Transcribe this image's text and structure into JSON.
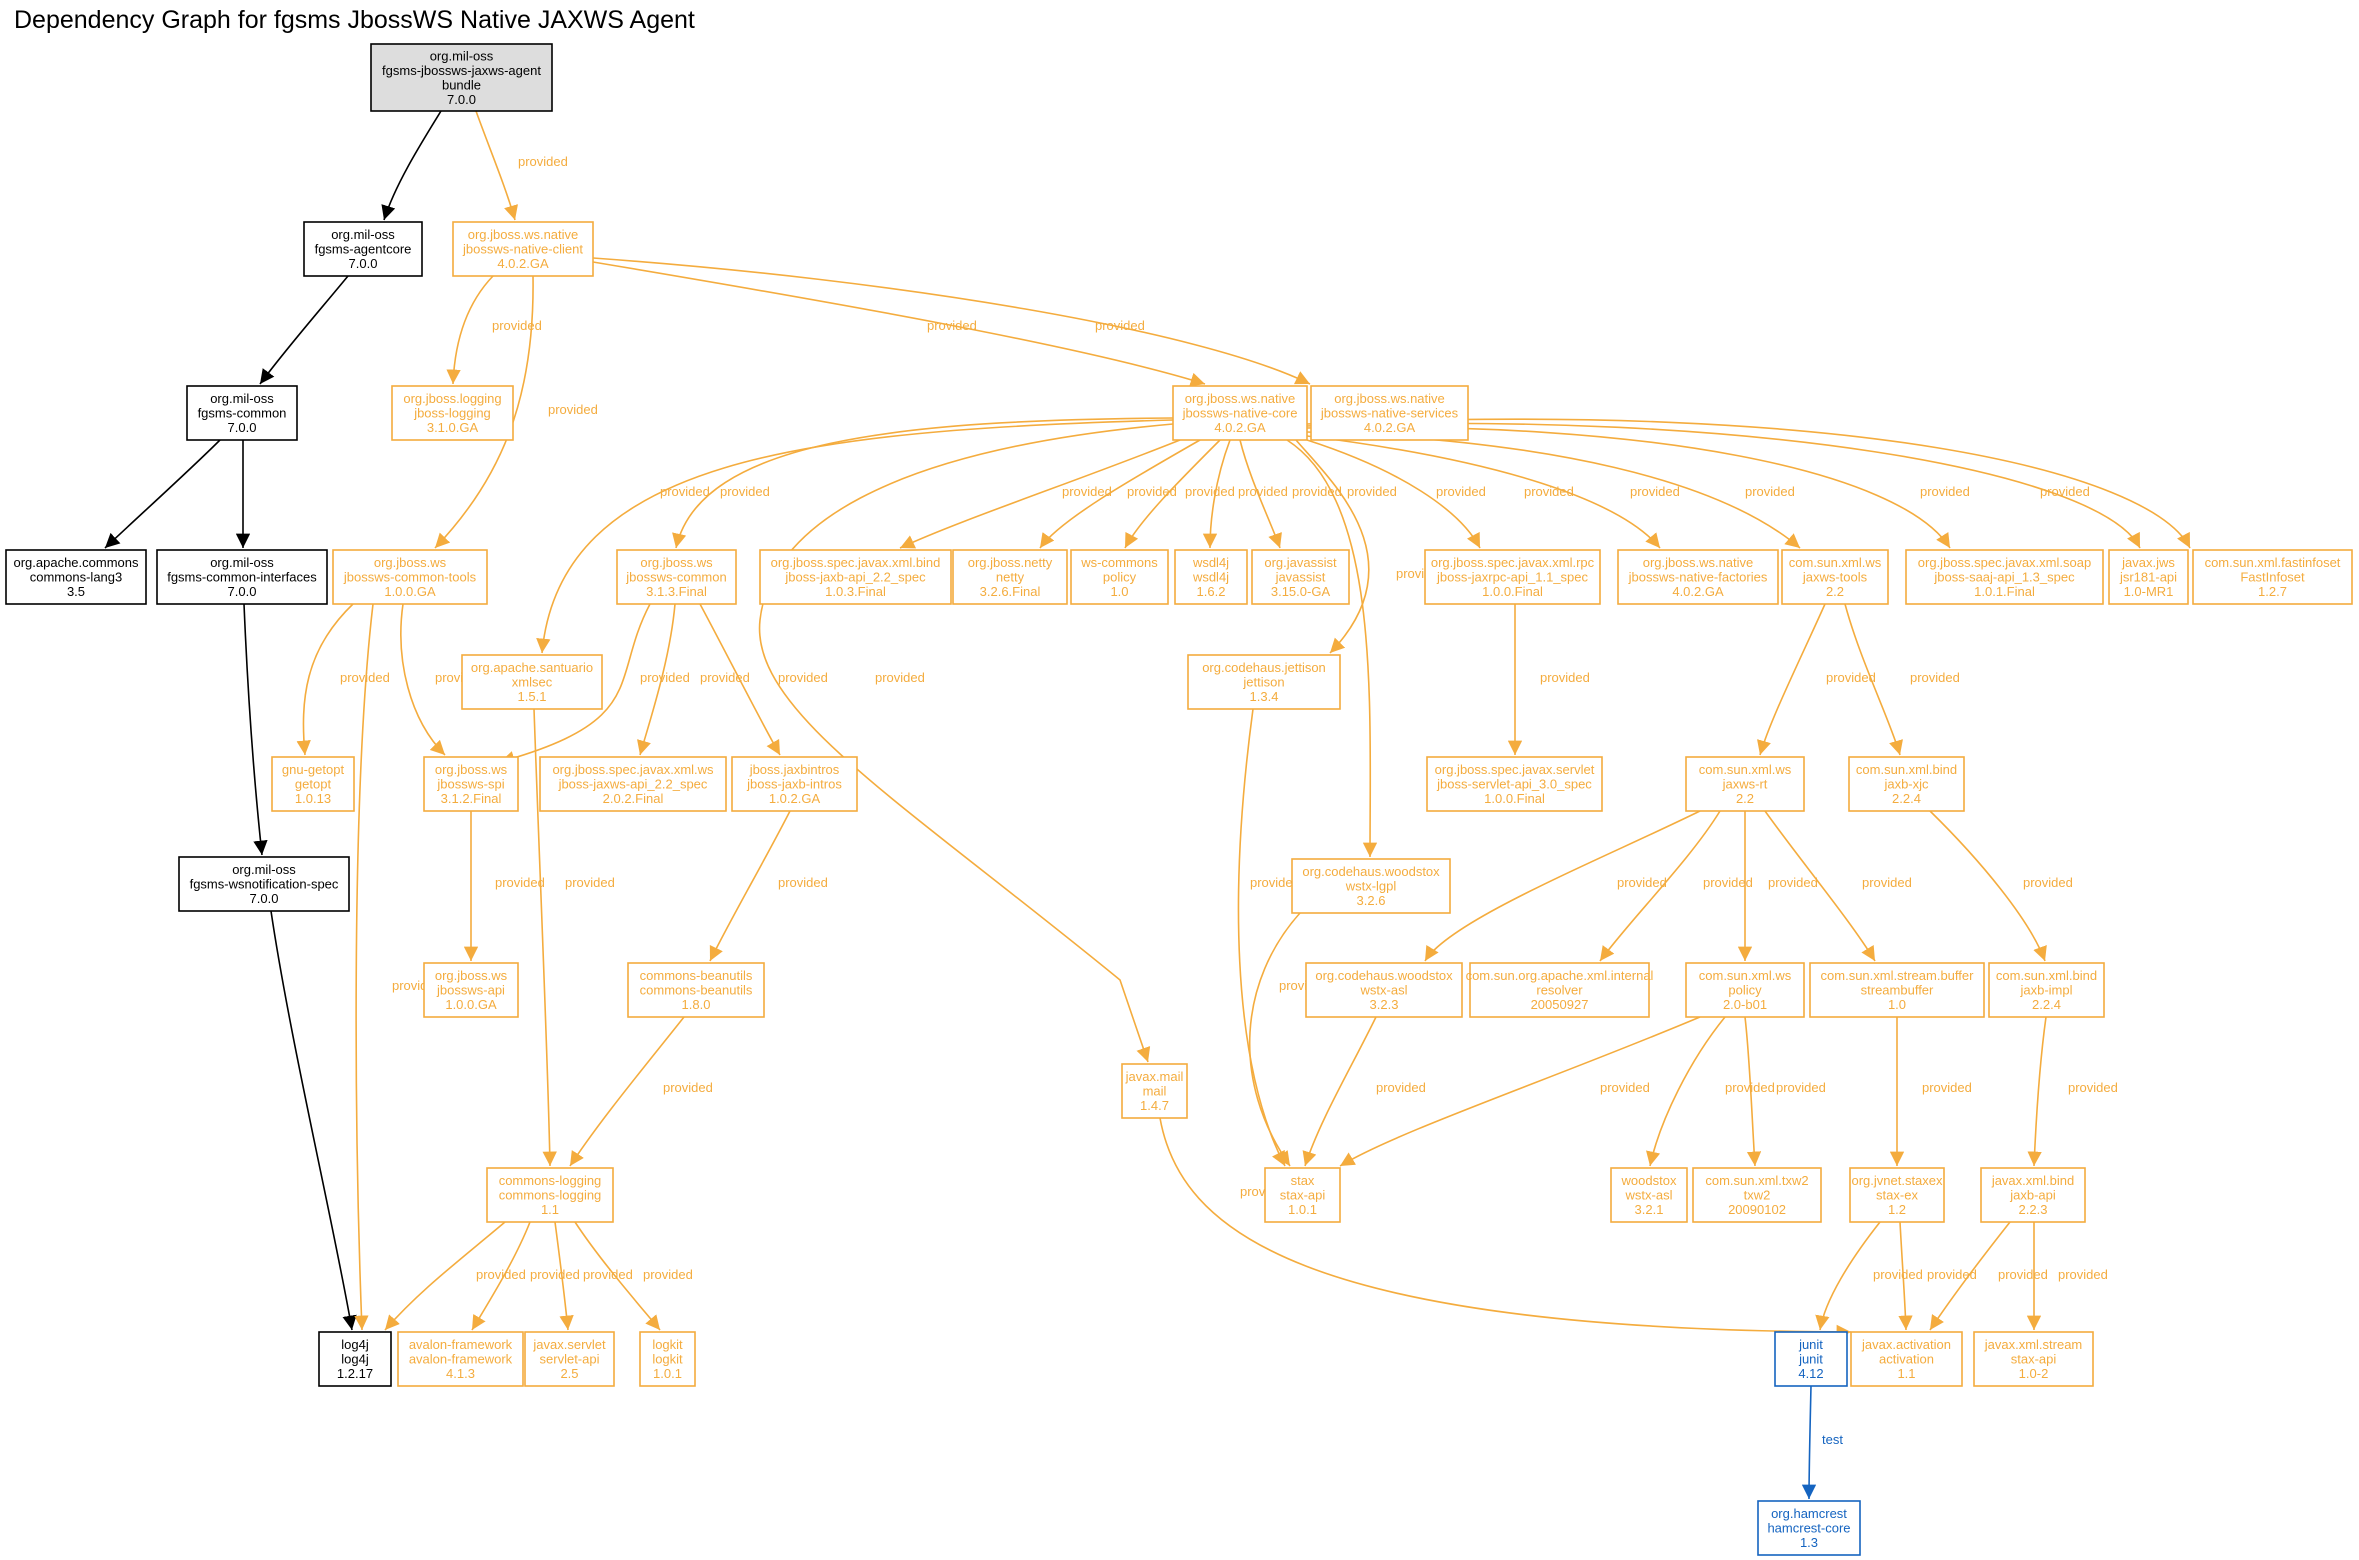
{
  "title": "Dependency Graph for fgsms JbossWS Native JAXWS Agent",
  "colors": {
    "compile": "#000000",
    "provided": "#f4ac3e",
    "test": "#1564c0",
    "root_fill": "#dddddd",
    "background": "#ffffff"
  },
  "nodes": [
    {
      "id": "root",
      "lines": [
        "org.mil-oss",
        "fgsms-jbossws-jaxws-agent",
        "bundle",
        "7.0.0"
      ],
      "scope": "root"
    },
    {
      "id": "agentcore",
      "lines": [
        "org.mil-oss",
        "fgsms-agentcore",
        "7.0.0"
      ],
      "scope": "compile"
    },
    {
      "id": "common",
      "lines": [
        "org.mil-oss",
        "fgsms-common",
        "7.0.0"
      ],
      "scope": "compile"
    },
    {
      "id": "lang3",
      "lines": [
        "org.apache.commons",
        "commons-lang3",
        "3.5"
      ],
      "scope": "compile"
    },
    {
      "id": "cinterfaces",
      "lines": [
        "org.mil-oss",
        "fgsms-common-interfaces",
        "7.0.0"
      ],
      "scope": "compile"
    },
    {
      "id": "wsnspec",
      "lines": [
        "org.mil-oss",
        "fgsms-wsnotification-spec",
        "7.0.0"
      ],
      "scope": "compile"
    },
    {
      "id": "log4j",
      "lines": [
        "log4j",
        "log4j",
        "1.2.17"
      ],
      "scope": "compile"
    },
    {
      "id": "nclient",
      "lines": [
        "org.jboss.ws.native",
        "jbossws-native-client",
        "4.0.2.GA"
      ],
      "scope": "provided"
    },
    {
      "id": "jlogging",
      "lines": [
        "org.jboss.logging",
        "jboss-logging",
        "3.1.0.GA"
      ],
      "scope": "provided"
    },
    {
      "id": "ncore",
      "lines": [
        "org.jboss.ws.native",
        "jbossws-native-core",
        "4.0.2.GA"
      ],
      "scope": "provided"
    },
    {
      "id": "nservices",
      "lines": [
        "org.jboss.ws.native",
        "jbossws-native-services",
        "4.0.2.GA"
      ],
      "scope": "provided"
    },
    {
      "id": "ctools",
      "lines": [
        "org.jboss.ws",
        "jbossws-common-tools",
        "1.0.0.GA"
      ],
      "scope": "provided"
    },
    {
      "id": "jwscommon",
      "lines": [
        "org.jboss.ws",
        "jbossws-common",
        "3.1.3.Final"
      ],
      "scope": "provided"
    },
    {
      "id": "jaxbapi22",
      "lines": [
        "org.jboss.spec.javax.xml.bind",
        "jboss-jaxb-api_2.2_spec",
        "1.0.3.Final"
      ],
      "scope": "provided"
    },
    {
      "id": "netty",
      "lines": [
        "org.jboss.netty",
        "netty",
        "3.2.6.Final"
      ],
      "scope": "provided"
    },
    {
      "id": "wspolicy",
      "lines": [
        "ws-commons",
        "policy",
        "1.0"
      ],
      "scope": "provided"
    },
    {
      "id": "wsdl4j",
      "lines": [
        "wsdl4j",
        "wsdl4j",
        "1.6.2"
      ],
      "scope": "provided"
    },
    {
      "id": "javassist",
      "lines": [
        "org.javassist",
        "javassist",
        "3.15.0-GA"
      ],
      "scope": "provided"
    },
    {
      "id": "jaxrpc",
      "lines": [
        "org.jboss.spec.javax.xml.rpc",
        "jboss-jaxrpc-api_1.1_spec",
        "1.0.0.Final"
      ],
      "scope": "provided"
    },
    {
      "id": "nfactories",
      "lines": [
        "org.jboss.ws.native",
        "jbossws-native-factories",
        "4.0.2.GA"
      ],
      "scope": "provided"
    },
    {
      "id": "jaxwstools",
      "lines": [
        "com.sun.xml.ws",
        "jaxws-tools",
        "2.2"
      ],
      "scope": "provided"
    },
    {
      "id": "saajapi",
      "lines": [
        "org.jboss.spec.javax.xml.soap",
        "jboss-saaj-api_1.3_spec",
        "1.0.1.Final"
      ],
      "scope": "provided"
    },
    {
      "id": "jsr181",
      "lines": [
        "javax.jws",
        "jsr181-api",
        "1.0-MR1"
      ],
      "scope": "provided"
    },
    {
      "id": "fastinfoset",
      "lines": [
        "com.sun.xml.fastinfoset",
        "FastInfoset",
        "1.2.7"
      ],
      "scope": "provided"
    },
    {
      "id": "xmlsec",
      "lines": [
        "org.apache.santuario",
        "xmlsec",
        "1.5.1"
      ],
      "scope": "provided"
    },
    {
      "id": "jettison",
      "lines": [
        "org.codehaus.jettison",
        "jettison",
        "1.3.4"
      ],
      "scope": "provided"
    },
    {
      "id": "getopt",
      "lines": [
        "gnu-getopt",
        "getopt",
        "1.0.13"
      ],
      "scope": "provided"
    },
    {
      "id": "jwsspi",
      "lines": [
        "org.jboss.ws",
        "jbossws-spi",
        "3.1.2.Final"
      ],
      "scope": "provided"
    },
    {
      "id": "jaxwsapi22",
      "lines": [
        "org.jboss.spec.javax.xml.ws",
        "jboss-jaxws-api_2.2_spec",
        "2.0.2.Final"
      ],
      "scope": "provided"
    },
    {
      "id": "jaxbintros",
      "lines": [
        "jboss.jaxbintros",
        "jboss-jaxb-intros",
        "1.0.2.GA"
      ],
      "scope": "provided"
    },
    {
      "id": "servletapi30",
      "lines": [
        "org.jboss.spec.javax.servlet",
        "jboss-servlet-api_3.0_spec",
        "1.0.0.Final"
      ],
      "scope": "provided"
    },
    {
      "id": "jaxwsrt",
      "lines": [
        "com.sun.xml.ws",
        "jaxws-rt",
        "2.2"
      ],
      "scope": "provided"
    },
    {
      "id": "jaxbxjc",
      "lines": [
        "com.sun.xml.bind",
        "jaxb-xjc",
        "2.2.4"
      ],
      "scope": "provided"
    },
    {
      "id": "wstxlgpl",
      "lines": [
        "org.codehaus.woodstox",
        "wstx-lgpl",
        "3.2.6"
      ],
      "scope": "provided"
    },
    {
      "id": "jwsapi",
      "lines": [
        "org.jboss.ws",
        "jbossws-api",
        "1.0.0.GA"
      ],
      "scope": "provided"
    },
    {
      "id": "beanutils",
      "lines": [
        "commons-beanutils",
        "commons-beanutils",
        "1.8.0"
      ],
      "scope": "provided"
    },
    {
      "id": "wstxasl",
      "lines": [
        "org.codehaus.woodstox",
        "wstx-asl",
        "3.2.3"
      ],
      "scope": "provided"
    },
    {
      "id": "resolver",
      "lines": [
        "com.sun.org.apache.xml.internal",
        "resolver",
        "20050927"
      ],
      "scope": "provided"
    },
    {
      "id": "sunpolicy",
      "lines": [
        "com.sun.xml.ws",
        "policy",
        "2.0-b01"
      ],
      "scope": "provided"
    },
    {
      "id": "streambuffer",
      "lines": [
        "com.sun.xml.stream.buffer",
        "streambuffer",
        "1.0"
      ],
      "scope": "provided"
    },
    {
      "id": "jaxbimpl",
      "lines": [
        "com.sun.xml.bind",
        "jaxb-impl",
        "2.2.4"
      ],
      "scope": "provided"
    },
    {
      "id": "mail",
      "lines": [
        "javax.mail",
        "mail",
        "1.4.7"
      ],
      "scope": "provided"
    },
    {
      "id": "clogging",
      "lines": [
        "commons-logging",
        "commons-logging",
        "1.1"
      ],
      "scope": "provided"
    },
    {
      "id": "staxapi",
      "lines": [
        "stax",
        "stax-api",
        "1.0.1"
      ],
      "scope": "provided"
    },
    {
      "id": "woodstoxasl",
      "lines": [
        "woodstox",
        "wstx-asl",
        "3.2.1"
      ],
      "scope": "provided"
    },
    {
      "id": "txw2",
      "lines": [
        "com.sun.xml.txw2",
        "txw2",
        "20090102"
      ],
      "scope": "provided"
    },
    {
      "id": "staxex",
      "lines": [
        "org.jvnet.staxex",
        "stax-ex",
        "1.2"
      ],
      "scope": "provided"
    },
    {
      "id": "jaxbapi",
      "lines": [
        "javax.xml.bind",
        "jaxb-api",
        "2.2.3"
      ],
      "scope": "provided"
    },
    {
      "id": "avalon",
      "lines": [
        "avalon-framework",
        "avalon-framework",
        "4.1.3"
      ],
      "scope": "provided"
    },
    {
      "id": "servletapi",
      "lines": [
        "javax.servlet",
        "servlet-api",
        "2.5"
      ],
      "scope": "provided"
    },
    {
      "id": "logkit",
      "lines": [
        "logkit",
        "logkit",
        "1.0.1"
      ],
      "scope": "provided"
    },
    {
      "id": "junit",
      "lines": [
        "junit",
        "junit",
        "4.12"
      ],
      "scope": "test"
    },
    {
      "id": "activation",
      "lines": [
        "javax.activation",
        "activation",
        "1.1"
      ],
      "scope": "provided"
    },
    {
      "id": "staxapi10",
      "lines": [
        "javax.xml.stream",
        "stax-api",
        "1.0-2"
      ],
      "scope": "provided"
    },
    {
      "id": "hamcrest",
      "lines": [
        "org.hamcrest",
        "hamcrest-core",
        "1.3"
      ],
      "scope": "test"
    }
  ],
  "edges": [
    {
      "from": "root",
      "to": "agentcore",
      "label": "",
      "scope": "compile"
    },
    {
      "from": "root",
      "to": "nclient",
      "label": "provided",
      "scope": "provided"
    },
    {
      "from": "agentcore",
      "to": "common",
      "label": "",
      "scope": "compile"
    },
    {
      "from": "common",
      "to": "lang3",
      "label": "",
      "scope": "compile"
    },
    {
      "from": "common",
      "to": "cinterfaces",
      "label": "",
      "scope": "compile"
    },
    {
      "from": "cinterfaces",
      "to": "wsnspec",
      "label": "",
      "scope": "compile"
    },
    {
      "from": "wsnspec",
      "to": "log4j",
      "label": "",
      "scope": "compile"
    },
    {
      "from": "nclient",
      "to": "jlogging",
      "label": "provided",
      "scope": "provided"
    },
    {
      "from": "nclient",
      "to": "ctools",
      "label": "provided",
      "scope": "provided"
    },
    {
      "from": "nclient",
      "to": "ncore",
      "label": "provided",
      "scope": "provided"
    },
    {
      "from": "nclient",
      "to": "nservices",
      "label": "provided",
      "scope": "provided"
    },
    {
      "from": "ncore",
      "to": "xmlsec",
      "label": "provided",
      "scope": "provided"
    },
    {
      "from": "ncore",
      "to": "jwscommon",
      "label": "provided",
      "scope": "provided"
    },
    {
      "from": "ncore",
      "to": "mail",
      "label": "provided",
      "scope": "provided"
    },
    {
      "from": "ncore",
      "to": "jaxbapi22",
      "label": "provided",
      "scope": "provided"
    },
    {
      "from": "ncore",
      "to": "netty",
      "label": "provided",
      "scope": "provided"
    },
    {
      "from": "ncore",
      "to": "wspolicy",
      "label": "provided",
      "scope": "provided"
    },
    {
      "from": "ncore",
      "to": "wsdl4j",
      "label": "provided",
      "scope": "provided"
    },
    {
      "from": "ncore",
      "to": "javassist",
      "label": "provided",
      "scope": "provided"
    },
    {
      "from": "ncore",
      "to": "jettison",
      "label": "provided",
      "scope": "provided"
    },
    {
      "from": "ncore",
      "to": "wstxlgpl",
      "label": "provided",
      "scope": "provided"
    },
    {
      "from": "ncore",
      "to": "jaxrpc",
      "label": "provided",
      "scope": "provided"
    },
    {
      "from": "ncore",
      "to": "nfactories",
      "label": "provided",
      "scope": "provided"
    },
    {
      "from": "ncore",
      "to": "jaxwstools",
      "label": "provided",
      "scope": "provided"
    },
    {
      "from": "ncore",
      "to": "saajapi",
      "label": "provided",
      "scope": "provided"
    },
    {
      "from": "ncore",
      "to": "jsr181",
      "label": "provided",
      "scope": "provided"
    },
    {
      "from": "ncore",
      "to": "fastinfoset",
      "label": "provided",
      "scope": "provided"
    },
    {
      "from": "ctools",
      "to": "getopt",
      "label": "provided",
      "scope": "provided"
    },
    {
      "from": "ctools",
      "to": "jwsspi",
      "label": "provided",
      "scope": "provided"
    },
    {
      "from": "ctools",
      "to": "log4j",
      "label": "provided",
      "scope": "provided"
    },
    {
      "from": "jwscommon",
      "to": "jwsspi",
      "label": "provided",
      "scope": "provided"
    },
    {
      "from": "jwscommon",
      "to": "jaxwsapi22",
      "label": "provided",
      "scope": "provided"
    },
    {
      "from": "jwscommon",
      "to": "jaxbintros",
      "label": "provided",
      "scope": "provided"
    },
    {
      "from": "jwsspi",
      "to": "jwsapi",
      "label": "provided",
      "scope": "provided"
    },
    {
      "from": "xmlsec",
      "to": "clogging",
      "label": "provided",
      "scope": "provided"
    },
    {
      "from": "jaxbintros",
      "to": "beanutils",
      "label": "provided",
      "scope": "provided"
    },
    {
      "from": "beanutils",
      "to": "clogging",
      "label": "provided",
      "scope": "provided"
    },
    {
      "from": "clogging",
      "to": "log4j",
      "label": "provided",
      "scope": "provided"
    },
    {
      "from": "clogging",
      "to": "avalon",
      "label": "provided",
      "scope": "provided"
    },
    {
      "from": "clogging",
      "to": "servletapi",
      "label": "provided",
      "scope": "provided"
    },
    {
      "from": "clogging",
      "to": "logkit",
      "label": "provided",
      "scope": "provided"
    },
    {
      "from": "jaxrpc",
      "to": "servletapi30",
      "label": "provided",
      "scope": "provided"
    },
    {
      "from": "jettison",
      "to": "staxapi",
      "label": "provided",
      "scope": "provided"
    },
    {
      "from": "wstxlgpl",
      "to": "staxapi",
      "label": "provided",
      "scope": "provided"
    },
    {
      "from": "jaxwstools",
      "to": "jaxwsrt",
      "label": "provided",
      "scope": "provided"
    },
    {
      "from": "jaxwstools",
      "to": "jaxbxjc",
      "label": "provided",
      "scope": "provided"
    },
    {
      "from": "jaxwsrt",
      "to": "wstxasl",
      "label": "provided",
      "scope": "provided"
    },
    {
      "from": "jaxwsrt",
      "to": "resolver",
      "label": "provided",
      "scope": "provided"
    },
    {
      "from": "jaxwsrt",
      "to": "sunpolicy",
      "label": "provided",
      "scope": "provided"
    },
    {
      "from": "jaxwsrt",
      "to": "streambuffer",
      "label": "provided",
      "scope": "provided"
    },
    {
      "from": "jaxbxjc",
      "to": "jaxbimpl",
      "label": "provided",
      "scope": "provided"
    },
    {
      "from": "wstxasl",
      "to": "staxapi",
      "label": "provided",
      "scope": "provided"
    },
    {
      "from": "sunpolicy",
      "to": "staxapi",
      "label": "provided",
      "scope": "provided"
    },
    {
      "from": "sunpolicy",
      "to": "woodstoxasl",
      "label": "provided",
      "scope": "provided"
    },
    {
      "from": "sunpolicy",
      "to": "txw2",
      "label": "provided",
      "scope": "provided"
    },
    {
      "from": "streambuffer",
      "to": "staxex",
      "label": "provided",
      "scope": "provided"
    },
    {
      "from": "jaxbimpl",
      "to": "jaxbapi",
      "label": "provided",
      "scope": "provided"
    },
    {
      "from": "mail",
      "to": "activation",
      "label": "provided",
      "scope": "provided"
    },
    {
      "from": "staxex",
      "to": "junit",
      "label": "provided",
      "scope": "provided"
    },
    {
      "from": "staxex",
      "to": "activation",
      "label": "provided",
      "scope": "provided"
    },
    {
      "from": "jaxbapi",
      "to": "activation",
      "label": "provided",
      "scope": "provided"
    },
    {
      "from": "jaxbapi",
      "to": "staxapi10",
      "label": "provided",
      "scope": "provided"
    },
    {
      "from": "junit",
      "to": "hamcrest",
      "label": "test",
      "scope": "test"
    }
  ]
}
